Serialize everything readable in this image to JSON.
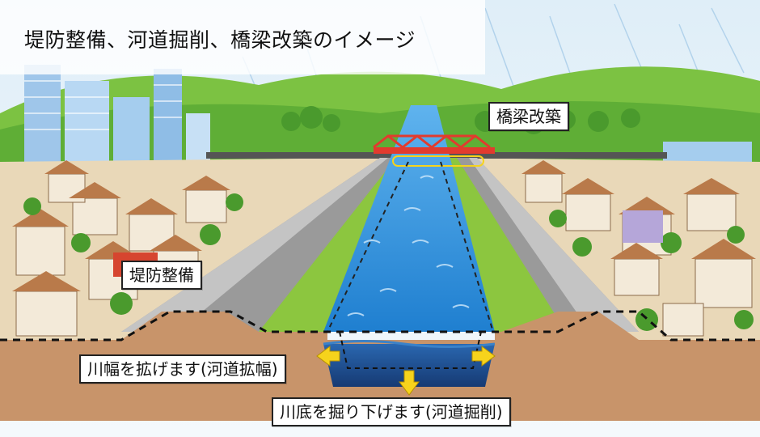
{
  "title": "堤防整備、河道掘削、橋梁改築のイメージ",
  "labels": {
    "bridge": "橋梁改築",
    "levee": "堤防整備",
    "widen": "川幅を拡げます(河道拡幅)",
    "deepen": "川底を掘り下げます(河道掘削)"
  },
  "colors": {
    "sky": "#eaf4fb",
    "hill": "#7cc242",
    "water": "#2e8fd6",
    "deep_water": "#1f4f8f",
    "soil": "#c8946a",
    "levee": "#9a9a9a",
    "grass": "#8cc63f",
    "bridge": "#e23b2e",
    "arrow": "#f6d31c"
  }
}
